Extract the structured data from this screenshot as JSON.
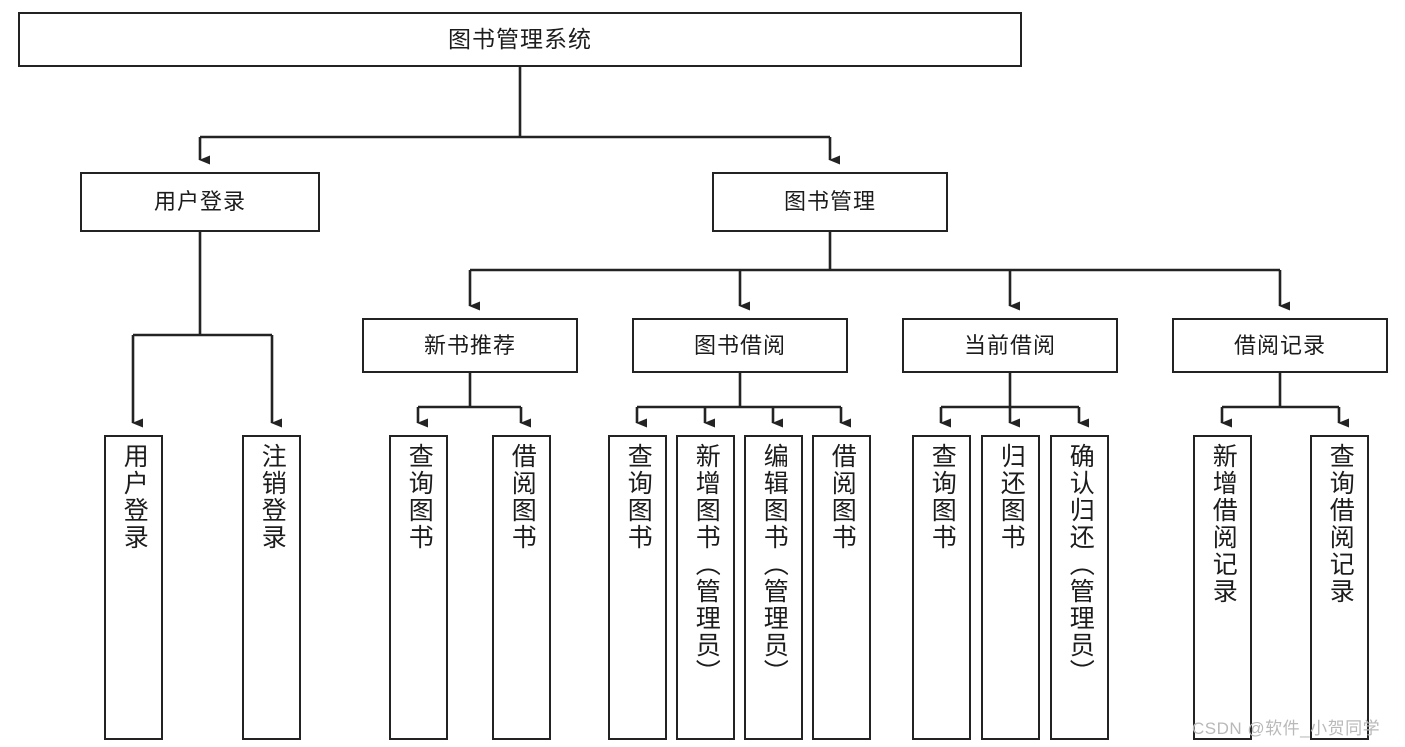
{
  "diagram": {
    "title": "图书管理系统",
    "root": {
      "label": "图书管理系统"
    },
    "level2": [
      {
        "label": "用户登录"
      },
      {
        "label": "图书管理"
      }
    ],
    "level3": [
      {
        "label": "新书推荐"
      },
      {
        "label": "图书借阅"
      },
      {
        "label": "当前借阅"
      },
      {
        "label": "借阅记录"
      }
    ],
    "leaves": [
      {
        "label": "用户登录"
      },
      {
        "label": "注销登录"
      },
      {
        "label": "查询图书"
      },
      {
        "label": "借阅图书"
      },
      {
        "label": "查询图书"
      },
      {
        "label": "新增图书（管理员）"
      },
      {
        "label": "编辑图书（管理员）"
      },
      {
        "label": "借阅图书"
      },
      {
        "label": "查询图书"
      },
      {
        "label": "归还图书"
      },
      {
        "label": "确认归还（管理员）"
      },
      {
        "label": "新增借阅记录"
      },
      {
        "label": "查询借阅记录"
      }
    ],
    "watermark": "CSDN @软件_小贺同学",
    "colors": {
      "stroke": "#232323",
      "background": "#ffffff",
      "text": "#1c1c1c",
      "watermark": "#b9b9b9"
    }
  }
}
